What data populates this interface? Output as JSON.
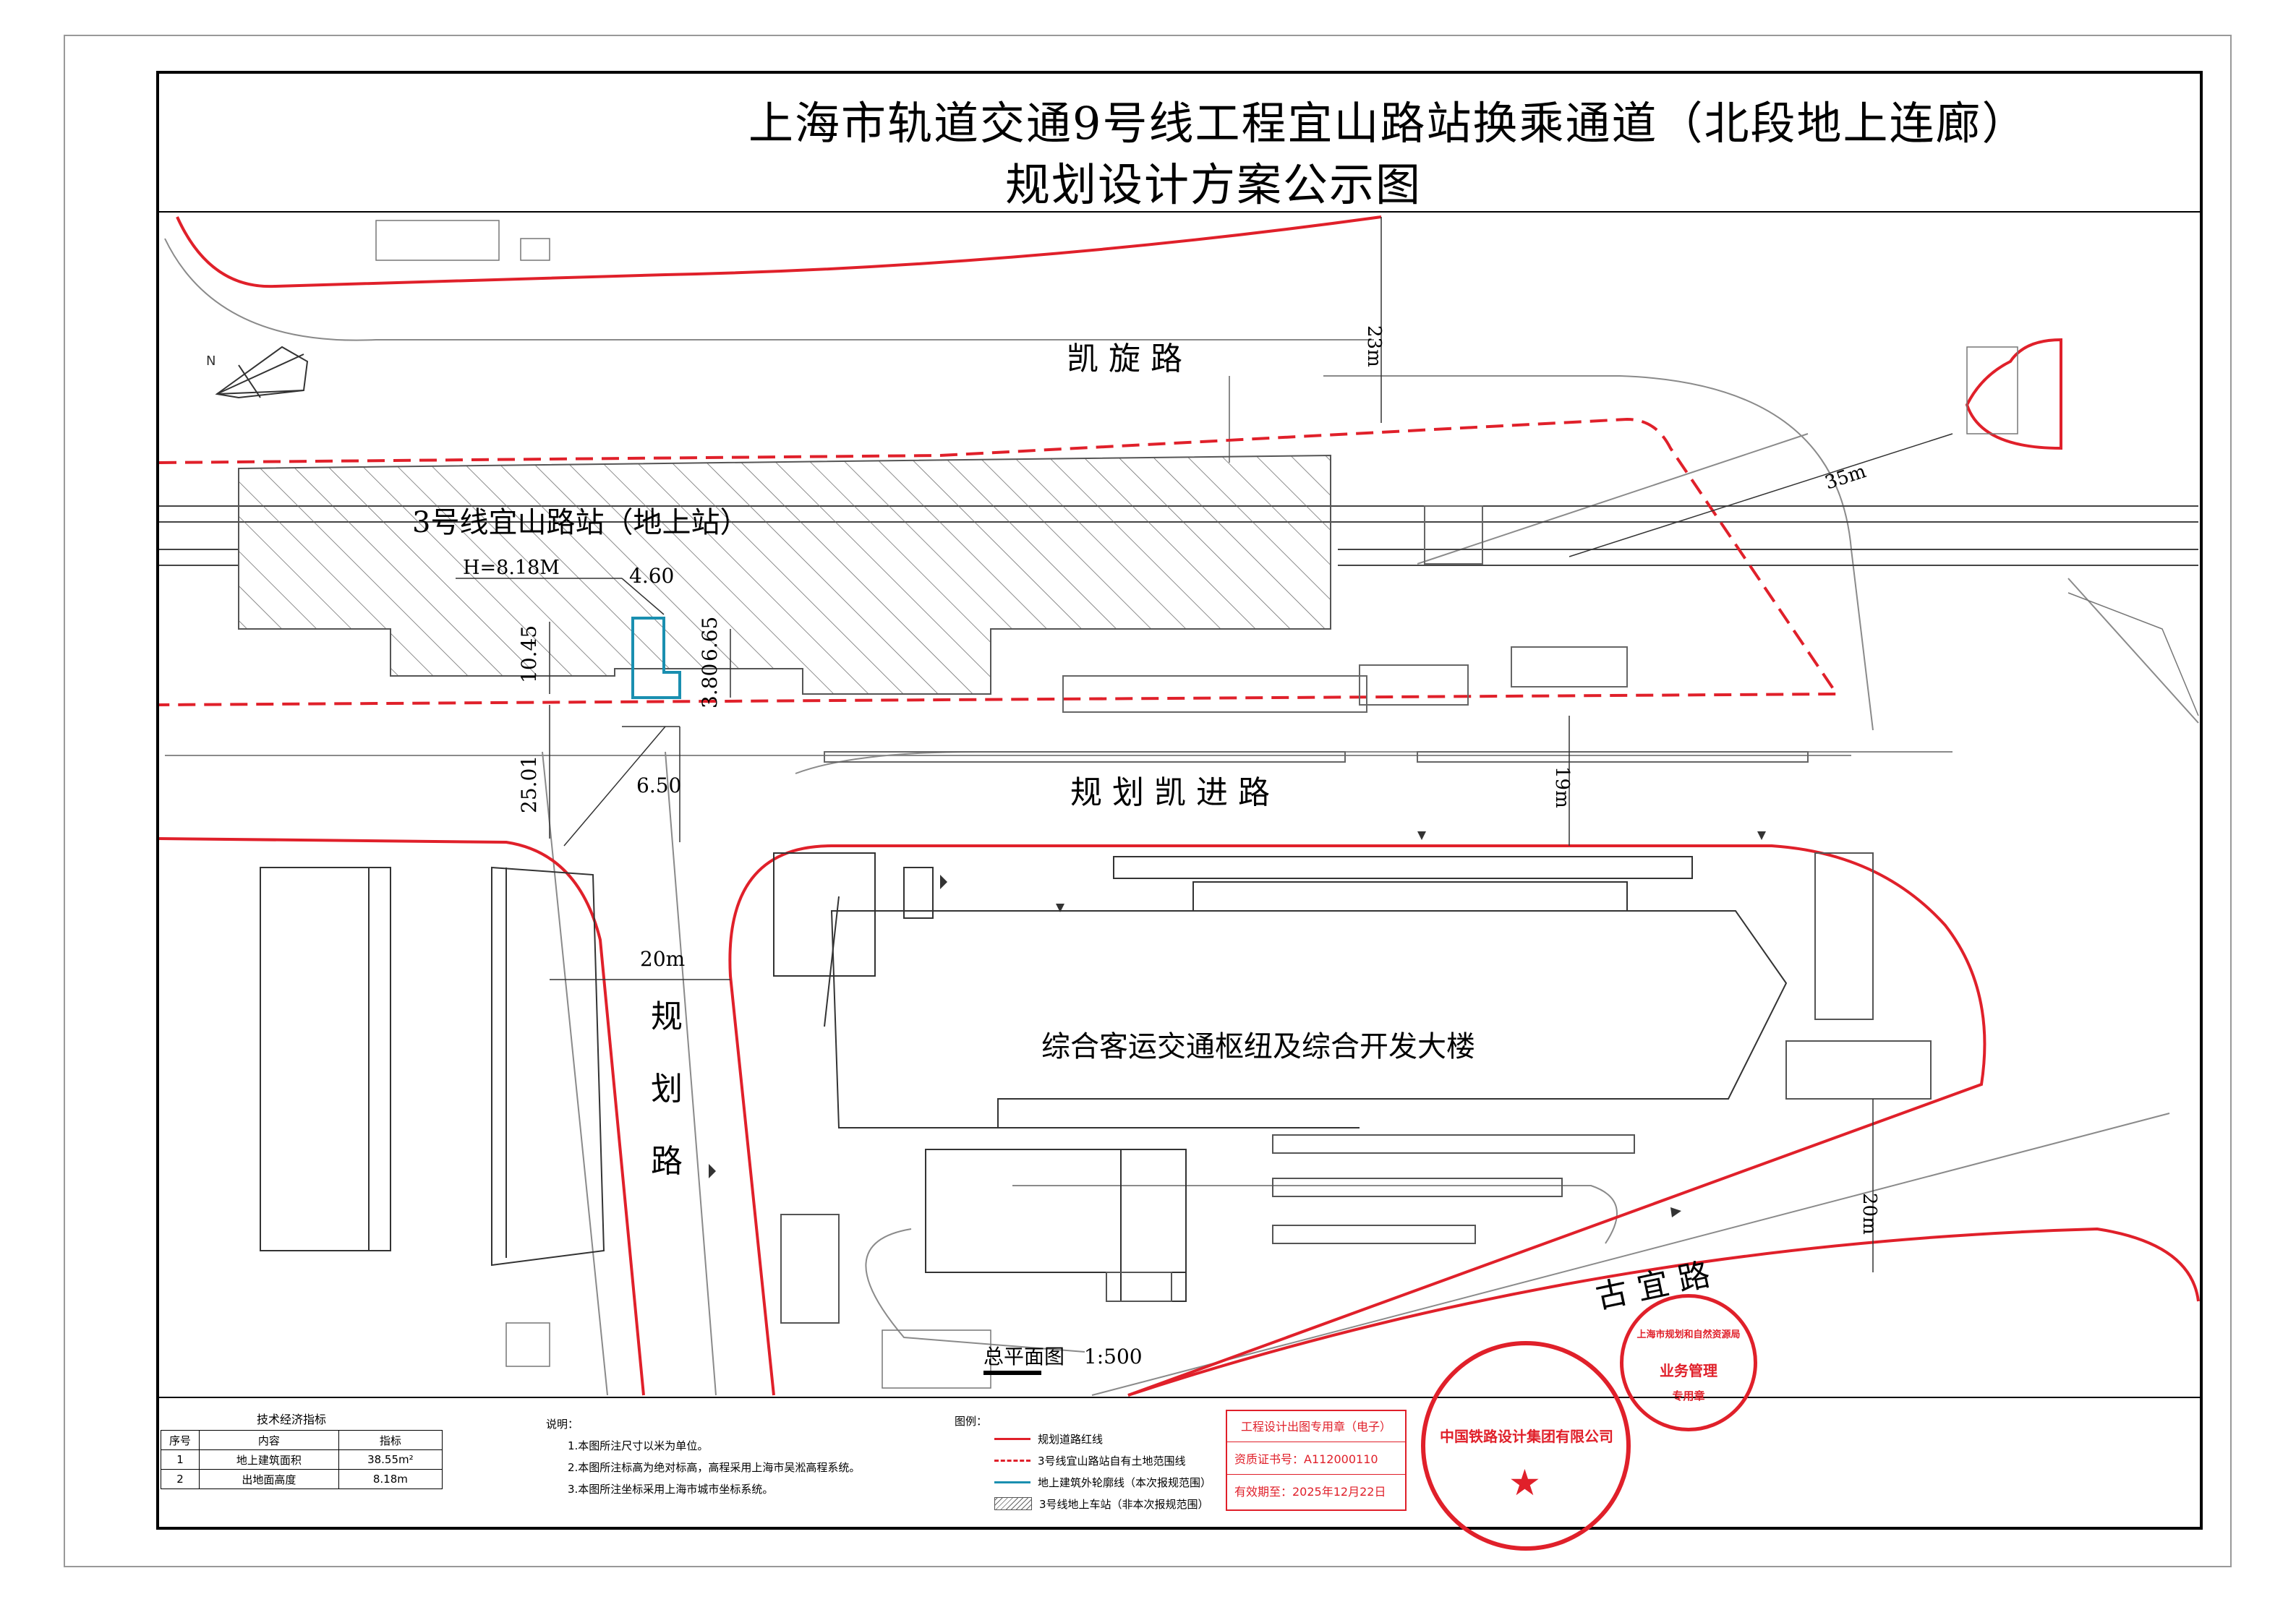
{
  "title": {
    "line1": "上海市轨道交通9号线工程宜山路站换乘通道（北段地上连廊）",
    "line2": "规划设计方案公示图"
  },
  "roads": {
    "kaixuan": "凯 旋 路",
    "plan_kaijin": "规 划 凯 进 路",
    "plan_road_1": "规",
    "plan_road_2": "划",
    "plan_road_3": "路",
    "guyi": "古 宜 路"
  },
  "labels": {
    "station": "3号线宜山路站（地上站）",
    "building": "综合客运交通枢纽及综合开发大楼",
    "height": "H=8.18M"
  },
  "dimensions": {
    "d23": "23m",
    "d35": "35m",
    "d19": "19m",
    "d20a": "20m",
    "d20b": "20m",
    "d460": "4.60",
    "d1045": "10.45",
    "d380": "3.80",
    "d665": "6.65",
    "d2501": "25.01",
    "d650": "6.50"
  },
  "scale": {
    "label": "总平面图",
    "ratio": "1:500"
  },
  "tech_table": {
    "title": "技术经济指标",
    "headers": [
      "序号",
      "内容",
      "指标"
    ],
    "rows": [
      [
        "1",
        "地上建筑面积",
        "38.55m²"
      ],
      [
        "2",
        "出地面高度",
        "8.18m"
      ]
    ]
  },
  "notes": {
    "title": "说明：",
    "items": [
      "1.本图所注尺寸以米为单位。",
      "2.本图所注标高为绝对标高，高程采用上海市吴淞高程系统。",
      "3.本图所注坐标采用上海市城市坐标系统。"
    ]
  },
  "legend": {
    "title": "图例：",
    "items": [
      "规划道路红线",
      "3号线宜山路站自有土地范围线",
      "地上建筑外轮廓线（本次报规范围）",
      "3号线地上车站（非本次报规范围）"
    ]
  },
  "cert": {
    "line1": "工程设计出图专用章（电子）",
    "line2": "资质证书号：A112000110",
    "line3": "有效期至：2025年12月22日"
  },
  "stamps": {
    "railway": "中国铁路设计集团有限公司",
    "planning_top": "上海市规划和自然资源局",
    "planning_mid": "业务管理",
    "planning_bottom": "专用章"
  },
  "colors": {
    "red_line": "#e0202a",
    "blue_outline": "#1a8fb0",
    "hatch": "#555555",
    "base_line": "#777777"
  }
}
